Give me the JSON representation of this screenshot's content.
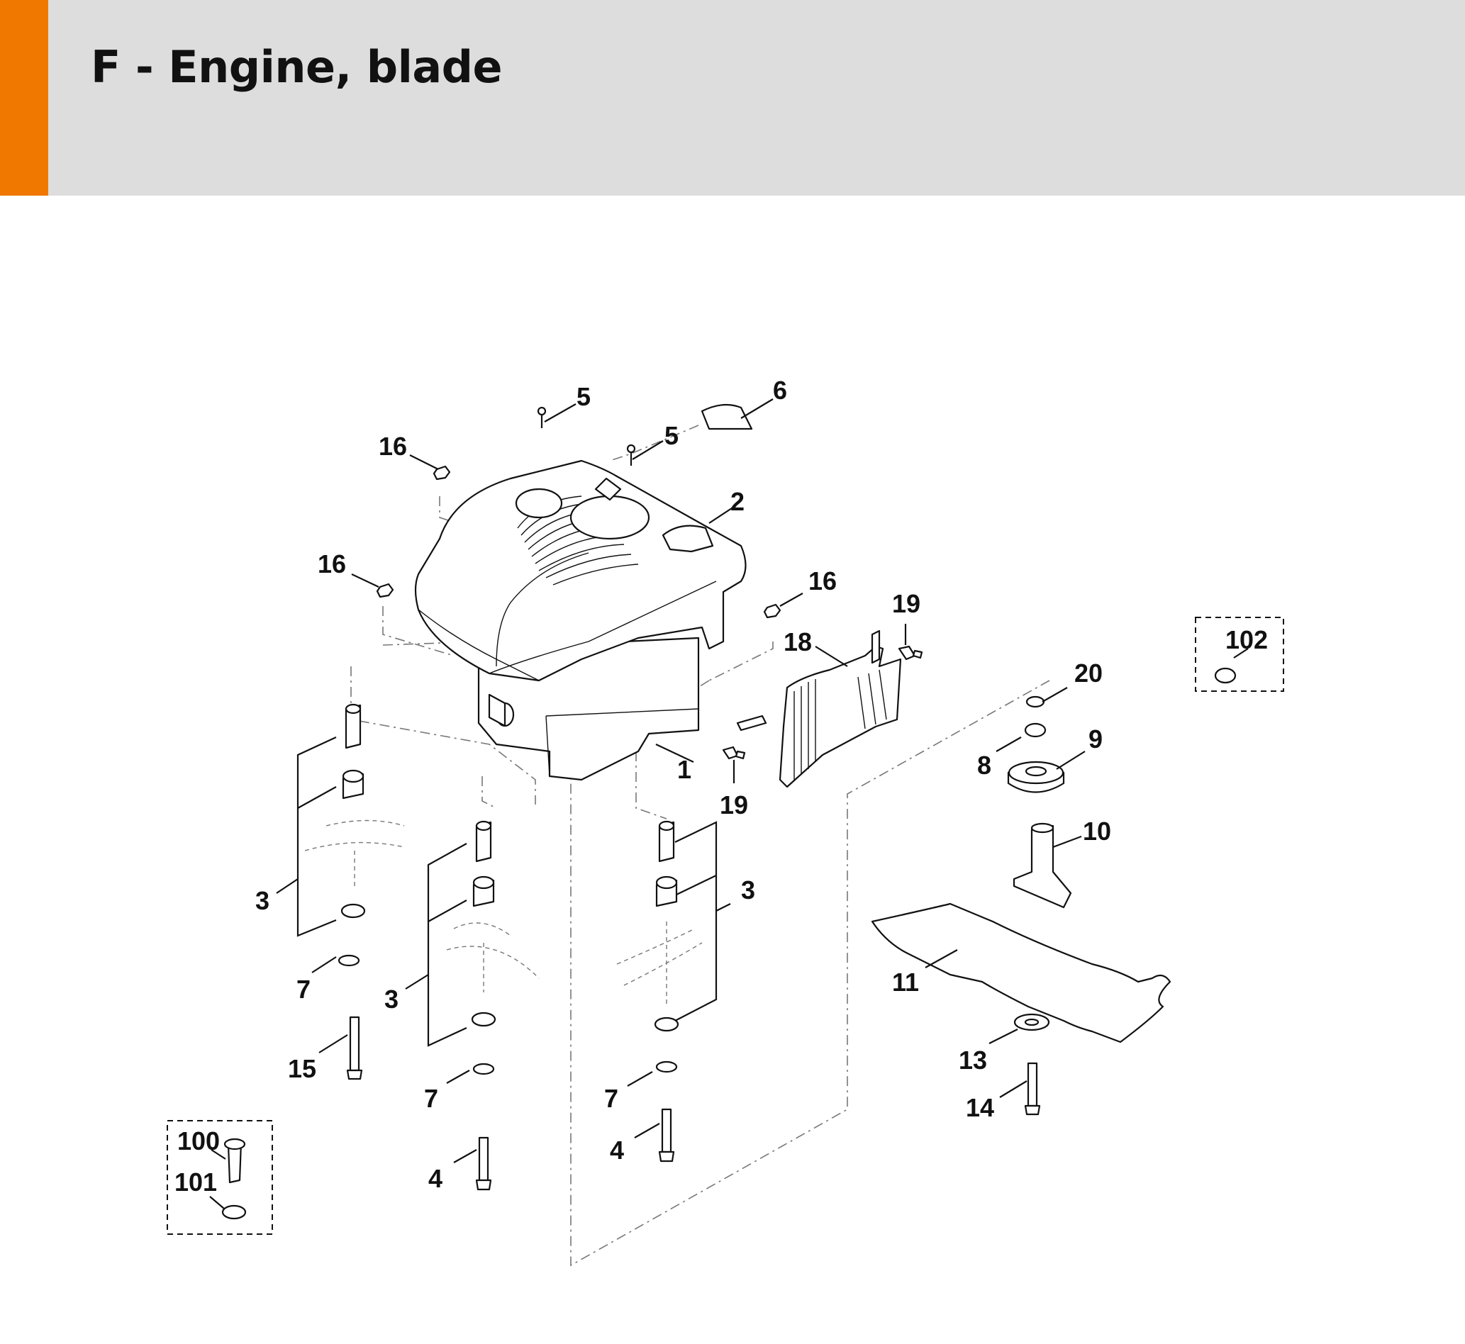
{
  "header": {
    "title": "F - Engine, blade",
    "accent_color": "#f07800",
    "background_color": "#dcdddc"
  },
  "callouts": {
    "c1": "1",
    "c2": "2",
    "c3a": "3",
    "c3b": "3",
    "c3c": "3",
    "c4a": "4",
    "c4b": "4",
    "c5a": "5",
    "c5b": "5",
    "c6": "6",
    "c7a": "7",
    "c7b": "7",
    "c7c": "7",
    "c8": "8",
    "c9": "9",
    "c10": "10",
    "c11": "11",
    "c13": "13",
    "c14": "14",
    "c15": "15",
    "c16a": "16",
    "c16b": "16",
    "c16c": "16",
    "c18": "18",
    "c19a": "19",
    "c19b": "19",
    "c20": "20",
    "c100": "100",
    "c101": "101",
    "c102": "102"
  }
}
